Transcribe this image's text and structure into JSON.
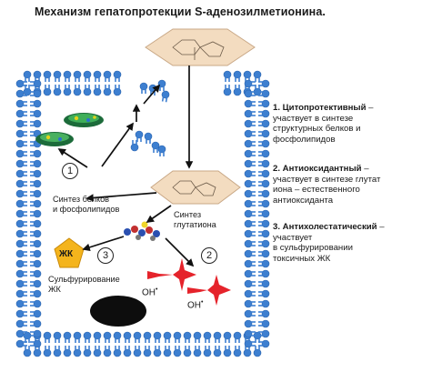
{
  "title": "Механизм гепатопротекции S-аденозилметионина.",
  "labels": {
    "protein_synthesis": [
      "Синтез белков",
      "и фосфолипидов"
    ],
    "glutathione_synthesis": [
      "Синтез",
      "глутатиона"
    ],
    "sulfuration": [
      "Сульфурирование",
      "ЖК"
    ],
    "zk": "ЖК",
    "oh": "OH",
    "radical": "•"
  },
  "markers": [
    "1",
    "2",
    "3"
  ],
  "legend": [
    {
      "head": "1. Цитопротективный",
      "rest": [
        " –",
        "участвует в синтезе",
        "структурных белков и",
        "фосфолипидов"
      ]
    },
    {
      "head": "2. Антиоксидантный",
      "rest": [
        " –",
        "участвует в синтезе глутат",
        "иона – естественного",
        "антиоксиданта"
      ]
    },
    {
      "head": "3. Антихолестатический",
      "rest": [
        " –",
        "участвует",
        "в сульфурировании",
        "токсичных ЖК"
      ]
    }
  ],
  "colors": {
    "membrane": "#3d7fd0",
    "membrane_dark": "#2a62ad",
    "hexagon": "#f3dcc0",
    "pentagon": "#f4b41c",
    "star": "#e5232b",
    "nucleus": "#0d0d0d"
  }
}
